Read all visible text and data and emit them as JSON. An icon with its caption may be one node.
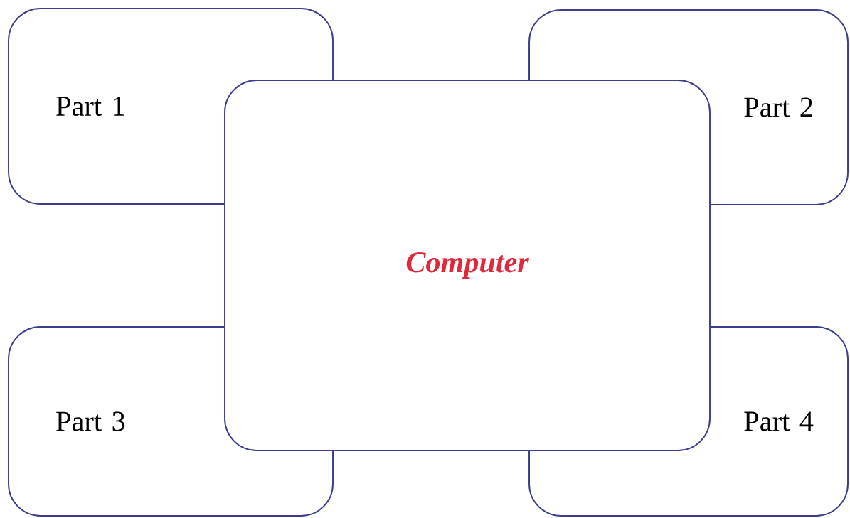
{
  "diagram": {
    "nodes": [
      {
        "text": [
          "Part 1"
        ]
      },
      {
        "text": [
          "Part 2"
        ]
      },
      {
        "text": [
          "Computer"
        ]
      },
      {
        "text": [
          "Part 3"
        ]
      },
      {
        "text": [
          "Part 4"
        ]
      }
    ]
  }
}
